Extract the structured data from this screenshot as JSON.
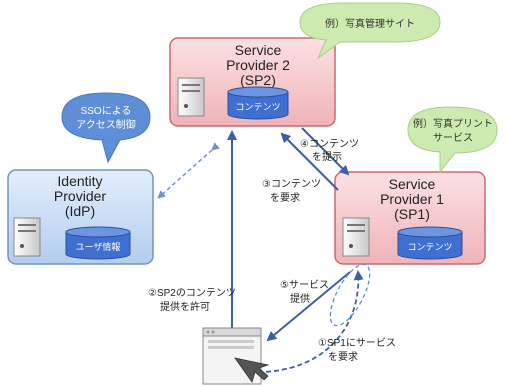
{
  "sp2": {
    "name_line1": "Service",
    "name_line2": "Provider 2",
    "name_line3": "(SP2)",
    "db_label": "コンテンツ"
  },
  "sp1": {
    "name_line1": "Service",
    "name_line2": "Provider 1",
    "name_line3": "(SP1)",
    "db_label": "コンテンツ"
  },
  "idp": {
    "name_line1": "Identity",
    "name_line2": "Provider",
    "name_line3": "(IdP)",
    "db_label": "ユーザ情報"
  },
  "bubbles": {
    "sp2_example": "例）写真管理サイト",
    "sp1_example_line1": "例）写真プリント",
    "sp1_example_line2": "サービス",
    "sso_line1": "SSOによる",
    "sso_line2": "アクセス制御"
  },
  "steps": {
    "step1_line1": "①SP1にサービス",
    "step1_line2": "を要求",
    "step2_line1": "②SP2のコンテンツ",
    "step2_line2": "提供を許可",
    "step3_line1": "③コンテンツ",
    "step3_line2": "を要求",
    "step4_line1": "④コンテンツ",
    "step4_line2": "を提示",
    "step5_line1": "⑤サービス",
    "step5_line2": "提供"
  },
  "colors": {
    "sp_fill": "#f6c9cc",
    "sp_stroke": "#c96a72",
    "idp_fill": "#c9dbf2",
    "idp_stroke": "#6f93c4",
    "db_fill": "#3f6fd1",
    "green_bubble": "#cdeab0",
    "blue_bubble": "#5e8fd6",
    "arrow": "#3b5fa8"
  }
}
